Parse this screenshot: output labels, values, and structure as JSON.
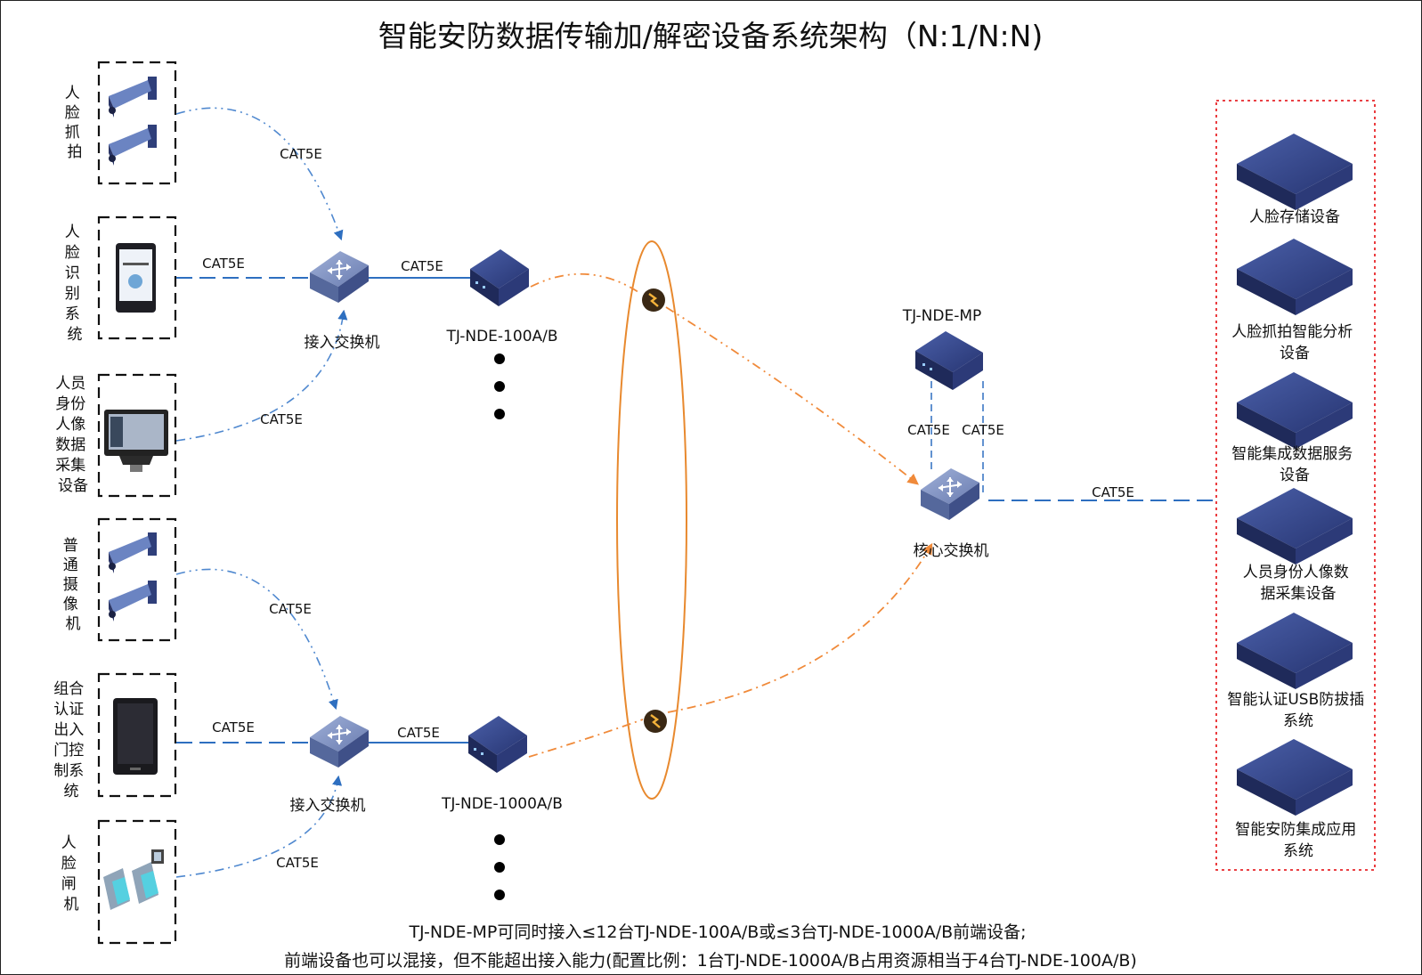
{
  "title": "智能安防数据传输加/解密设备系统架构（N:1/N:N)",
  "cable": "CAT5E",
  "groups": [
    {
      "label": [
        "人",
        "脸",
        "抓",
        "拍"
      ]
    },
    {
      "label": [
        "人",
        "脸",
        "识",
        "别",
        "系",
        "统"
      ]
    },
    {
      "label": [
        "人员",
        "身份",
        "人像",
        "数据",
        "采集",
        "设备"
      ]
    },
    {
      "label": [
        "普",
        "通",
        "摄",
        "像",
        "机"
      ]
    },
    {
      "label": [
        "组合",
        "认证",
        "出入",
        "门控",
        "制系",
        "统"
      ]
    },
    {
      "label": [
        "人",
        "脸",
        "闸",
        "机"
      ]
    }
  ],
  "access_switch_label": "接入交换机",
  "encryptors": [
    "TJ-NDE-100A/B",
    "TJ-NDE-1000A/B"
  ],
  "mp_label": "TJ-NDE-MP",
  "core_switch_label": "核心交换机",
  "servers": [
    {
      "label": [
        "人脸存储设备"
      ]
    },
    {
      "label": [
        "人脸抓拍智能分析",
        "设备"
      ]
    },
    {
      "label": [
        "智能集成数据服务",
        "设备"
      ]
    },
    {
      "label": [
        "人员身份人像数",
        "据采集设备"
      ]
    },
    {
      "label": [
        "智能认证USB防拔插",
        "系统"
      ]
    },
    {
      "label": [
        "智能安防集成应用",
        "系统"
      ]
    }
  ],
  "notes": [
    "TJ-NDE-MP可同时接入≤12台TJ-NDE-100A/B或≤3台TJ-NDE-1000A/B前端设备;",
    "前端设备也可以混接，但不能超出接入能力(配置比例：1台TJ-NDE-1000A/B占用资源相当于4台TJ-NDE-100A/B)"
  ],
  "colors": {
    "blue_link": "#2e6fc0",
    "orange_link": "#f08a3a",
    "device": "#2f3f7a",
    "switch": "#6d7fb0",
    "server_box": "#e8262a"
  }
}
